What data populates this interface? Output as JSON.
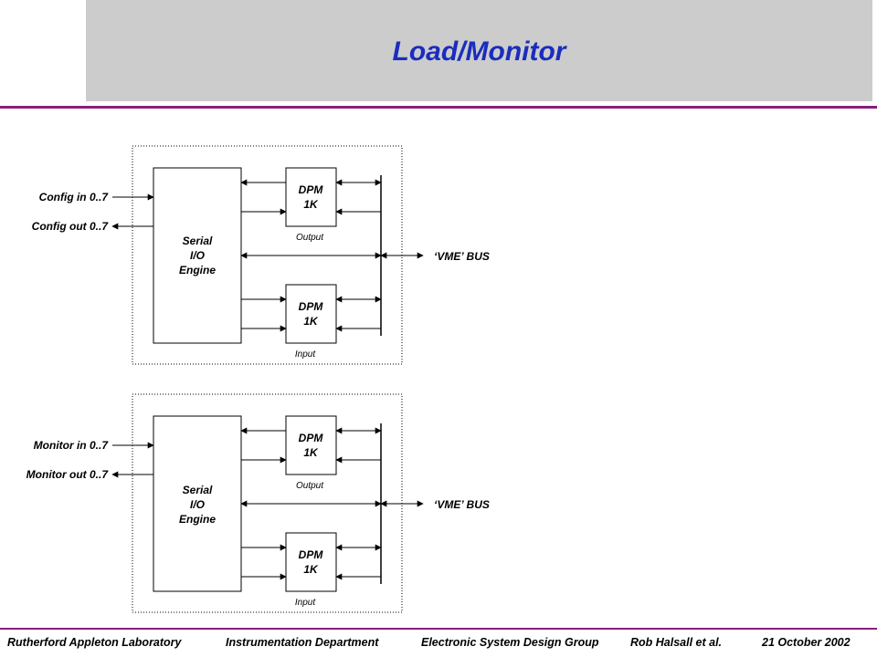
{
  "header": {
    "title": "Load/Monitor"
  },
  "diagram_top": {
    "engine_label": [
      "Serial",
      "I/O",
      "Engine"
    ],
    "dpm_output": {
      "lines": [
        "DPM",
        "1K"
      ],
      "caption": "Output"
    },
    "dpm_input": {
      "lines": [
        "DPM",
        "1K"
      ],
      "caption": "Input"
    },
    "signal_in": "Config in 0..7",
    "signal_out": "Config out 0..7",
    "bus_label": "‘VME’ BUS"
  },
  "diagram_bottom": {
    "engine_label": [
      "Serial",
      "I/O",
      "Engine"
    ],
    "dpm_output": {
      "lines": [
        "DPM",
        "1K"
      ],
      "caption": "Output"
    },
    "dpm_input": {
      "lines": [
        "DPM",
        "1K"
      ],
      "caption": "Input"
    },
    "signal_in": "Monitor in 0..7",
    "signal_out": "Monitor out 0..7",
    "bus_label": "‘VME’ BUS"
  },
  "footer": {
    "lab": "Rutherford Appleton Laboratory",
    "department": "Instrumentation Department",
    "group": "Electronic System Design Group",
    "author": "Rob Halsall et al.",
    "date": "21 October 2002"
  },
  "colors": {
    "title": "#1a2dbd",
    "rule": "#8a1e7a",
    "header_band": "#cccccc"
  }
}
